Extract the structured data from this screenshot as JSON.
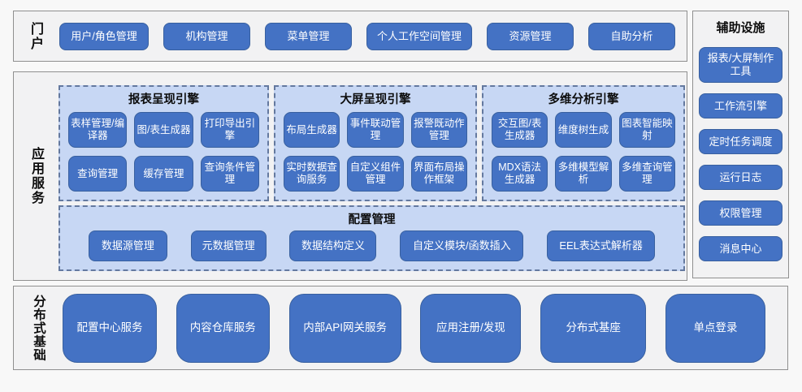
{
  "colors": {
    "node_blue": "#4472c4",
    "node_border": "#38609f",
    "panel_blue": "#c7d7f4",
    "panel_dash_border": "#64799f",
    "section_border": "#8f8f8f",
    "section_bg": "#f2f2f3"
  },
  "portal": {
    "label": "门户",
    "items": [
      "用户/角色管理",
      "机构管理",
      "菜单管理",
      "个人工作空间管理",
      "资源管理",
      "自助分析"
    ]
  },
  "app_services": {
    "label": "应用服务",
    "engines": [
      {
        "title": "报表呈现引擎",
        "items": [
          "表样管理/编译器",
          "图/表生成器",
          "打印导出引擎",
          "查询管理",
          "缓存管理",
          "查询条件管理"
        ]
      },
      {
        "title": "大屏呈现引擎",
        "items": [
          "布局生成器",
          "事件联动管理",
          "报警既动作管理",
          "实时数据查询服务",
          "自定义组件管理",
          "界面布局操作框架"
        ]
      },
      {
        "title": "多维分析引擎",
        "items": [
          "交互图/表生成器",
          "维度树生成",
          "图表智能映射",
          "MDX语法生成器",
          "多维模型解析",
          "多维查询管理"
        ]
      }
    ],
    "config": {
      "title": "配置管理",
      "items": [
        "数据源管理",
        "元数据管理",
        "数据结构定义",
        "自定义模块/函数插入",
        "EEL表达式解析器"
      ]
    }
  },
  "auxiliary": {
    "title": "辅助设施",
    "items": [
      "报表/大屏制作工具",
      "工作流引擎",
      "定时任务调度",
      "运行日志",
      "权限管理",
      "消息中心"
    ]
  },
  "distributed": {
    "label": "分布式基础",
    "items": [
      "配置中心服务",
      "内容仓库服务",
      "内部API网关服务",
      "应用注册/发现",
      "分布式基座",
      "单点登录"
    ]
  }
}
